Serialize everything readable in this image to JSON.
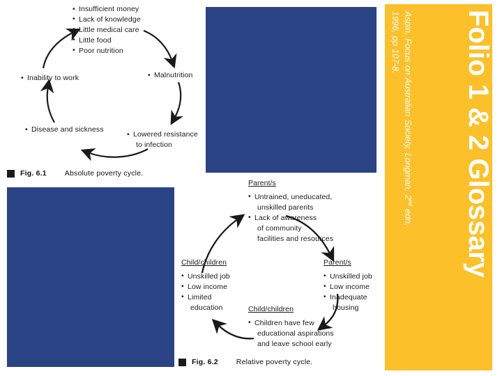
{
  "slide": {
    "background_color": "#ffffff",
    "accent_yellow": "#FBC02A",
    "accent_blue": "#2A4384"
  },
  "sidebar": {
    "title": "Folio 1 & 2 Glossary",
    "credit_line_1": "Aspin, Focus on Australian Society, Longman, 2",
    "credit_sup": "nd",
    "credit_line_1_end": " edn,",
    "credit_line_2": "1996, pp 107-8."
  },
  "figure_61": {
    "marker": "square-marker",
    "number": "Fig. 6.1",
    "title": "Absolute poverty cycle.",
    "nodes": [
      {
        "id": "top",
        "items": [
          "Insufficient money",
          "Lack of knowledge",
          "Little medical care",
          "Little food",
          "Poor nutrition"
        ]
      },
      {
        "id": "right",
        "items": [
          "Malnutrition"
        ]
      },
      {
        "id": "bottom-right",
        "items": [
          "Lowered resistance"
        ],
        "continuation": "to infection"
      },
      {
        "id": "bottom-left",
        "items": [
          "Disease and sickness"
        ]
      },
      {
        "id": "left",
        "items": [
          "Inability to work"
        ]
      }
    ]
  },
  "figure_62": {
    "marker": "square-marker",
    "number": "Fig. 6.2",
    "title": "Relative poverty cycle.",
    "nodes": [
      {
        "id": "top",
        "heading": "Parent/s",
        "items": [
          "Untrained, uneducated,",
          "Lack of awareness"
        ],
        "continuations": [
          "unskilled parents",
          "of community",
          "facilities and resources"
        ]
      },
      {
        "id": "right",
        "heading": "Parent/s",
        "items": [
          "Unskilled job",
          "Low income",
          "Inadequate"
        ],
        "continuation": "housing"
      },
      {
        "id": "bottom",
        "heading": "Child/children",
        "items": [
          "Children have few"
        ],
        "continuations": [
          "educational aspirations",
          "and leave school early"
        ]
      },
      {
        "id": "left",
        "heading": "Child/children",
        "items": [
          "Unskilled job",
          "Low income",
          "Limited"
        ],
        "continuation": "education"
      }
    ]
  }
}
